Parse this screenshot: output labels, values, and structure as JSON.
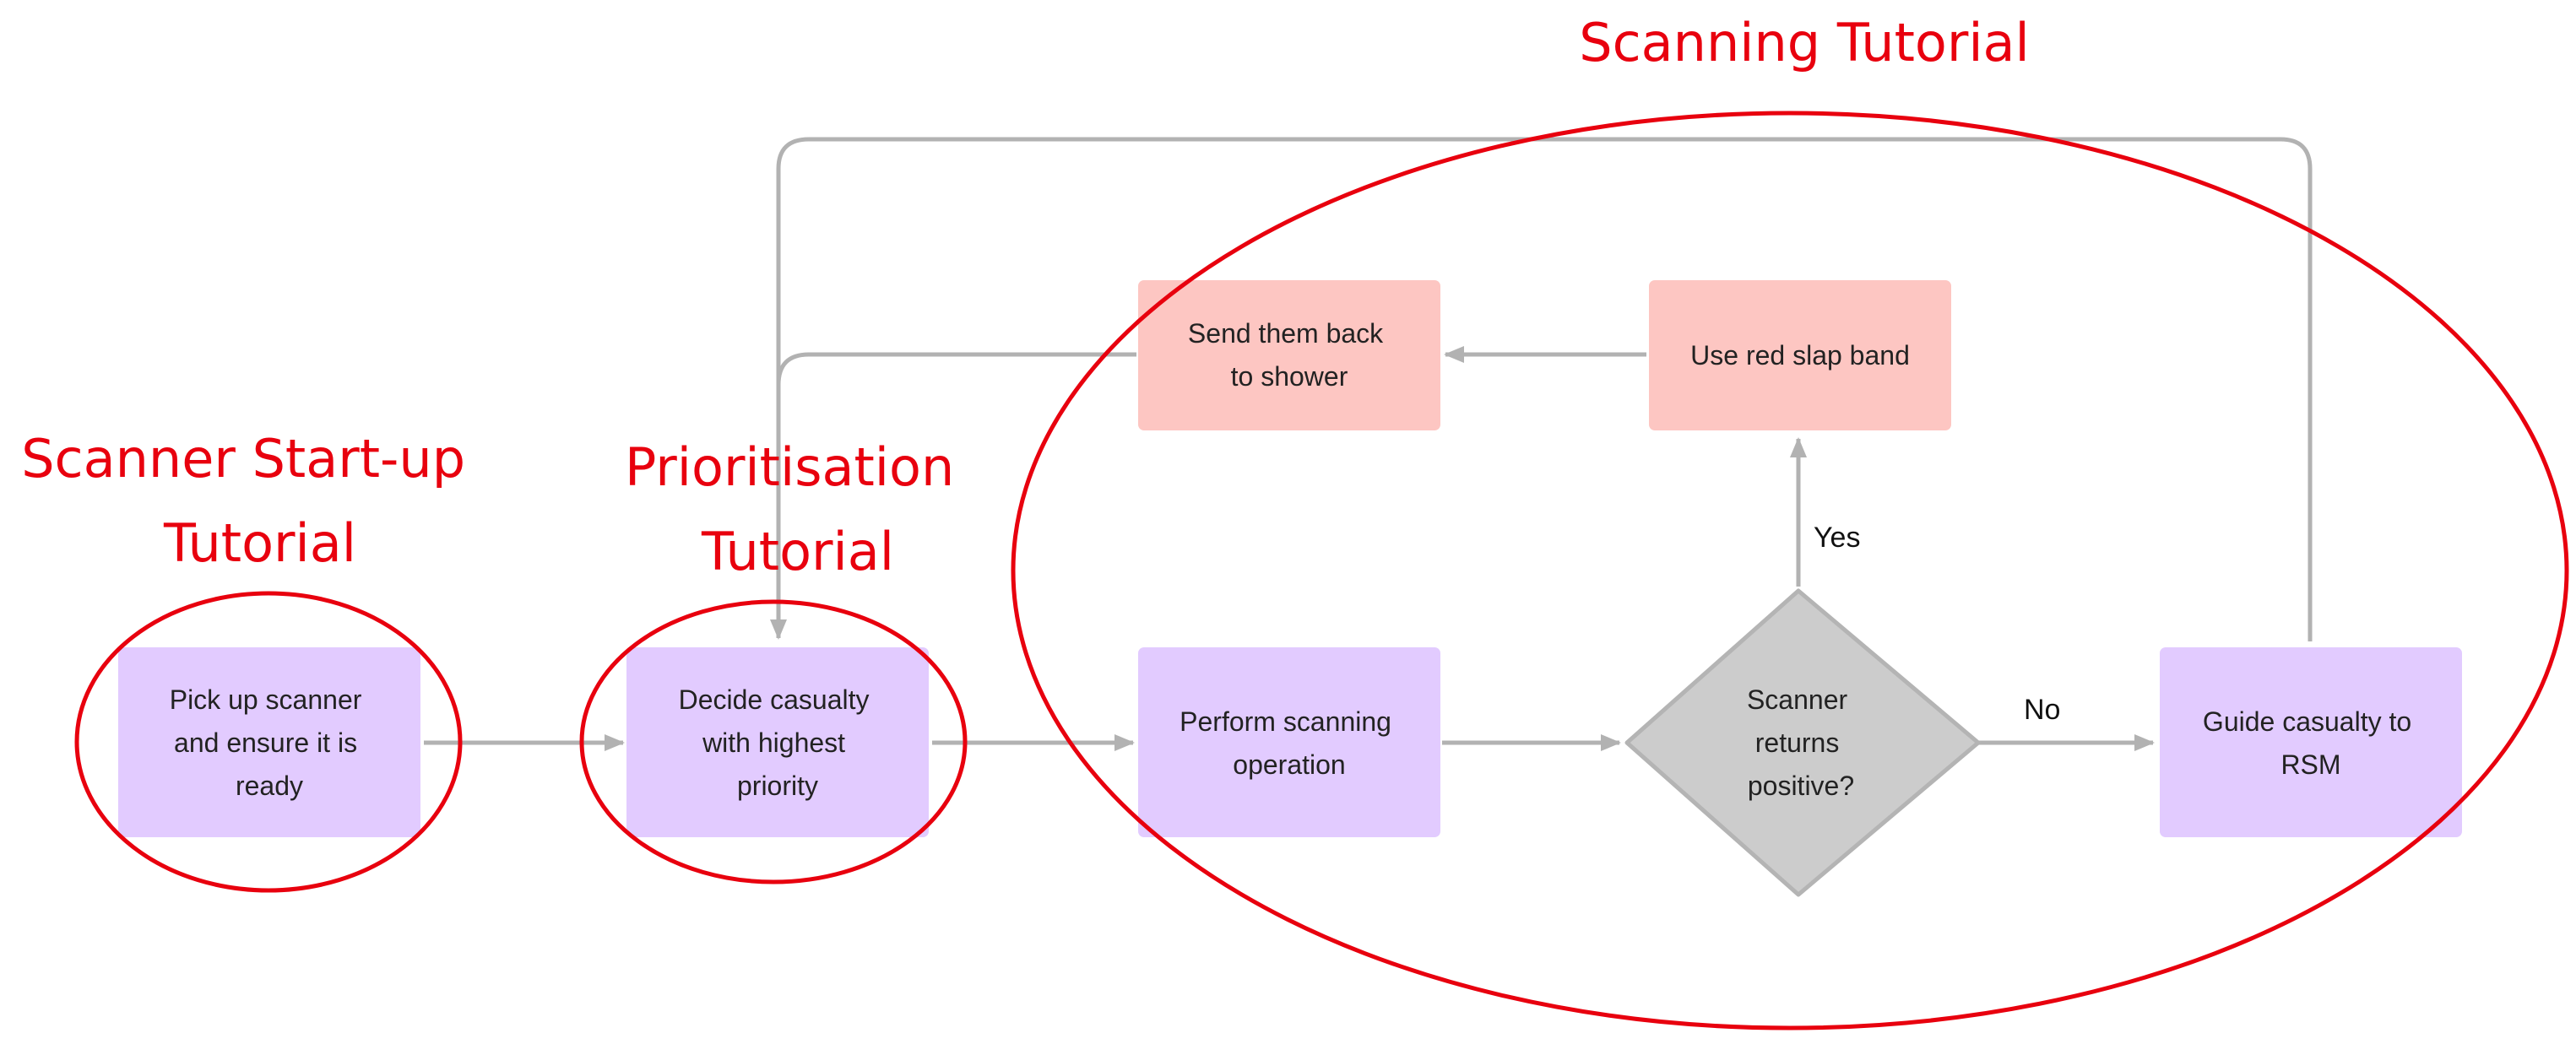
{
  "colors": {
    "process_fill": "#e2cbff",
    "alert_fill": "#fdc6c2",
    "decision_fill": "#cccccc",
    "decision_stroke": "#b4b4b4",
    "connector": "#b2b2b2",
    "annotation_red": "#e8000e"
  },
  "annotations": {
    "scanner_startup": [
      "Scanner Start-up",
      "Tutorial"
    ],
    "prioritisation": [
      "Prioritisation",
      "Tutorial"
    ],
    "scanning": "Scanning Tutorial"
  },
  "nodes": {
    "pick_up": [
      "Pick up scanner",
      "and ensure it is",
      "ready"
    ],
    "decide": [
      "Decide casualty",
      "with highest",
      "priority"
    ],
    "perform": [
      "Perform scanning",
      "operation"
    ],
    "decision": [
      "Scanner",
      "returns",
      "positive?"
    ],
    "guide": [
      "Guide casualty to",
      "RSM"
    ],
    "red_band": [
      "Use red slap band"
    ],
    "send_back": [
      "Send them back",
      "to shower"
    ]
  },
  "edges": {
    "yes": "Yes",
    "no": "No"
  }
}
